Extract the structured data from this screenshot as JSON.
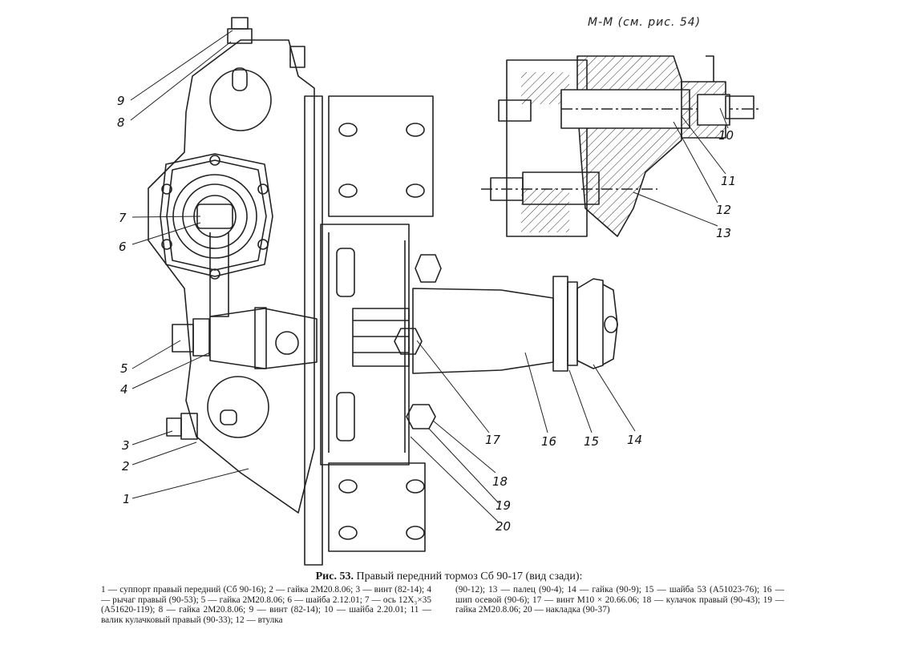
{
  "figure": {
    "section_label": "М-М (см. рис. 54)",
    "caption_prefix": "Рис. 53.",
    "caption_title": "Правый передний тормоз Сб 90-17 (вид сзади):",
    "legend_left": "1 — суппорт правый передний (Сб 90-16); 2 — гайка 2М20.8.06; 3 — винт (82-14); 4 — рычаг правый (90-53); 5 — гайка 2М20.8.06; 6 — шайба 2.12.01; 7 — ось 12X₃×35 (А51620-119); 8 — гайка 2М20.8.06; 9 — винт (82-14); 10 — шайба 2.20.01; 11 — валик кулачковый правый (90-33); 12 — втулка",
    "legend_right": "(90-12); 13 — палец (90-4); 14 — гайка (90-9); 15 — шайба 53 (А51023-76); 16 — шип осевой (90-6); 17 — винт М10 × 20.66.06; 18 — кулачок правый (90-43); 19 — гайка 2М20.8.06; 20 — накладка (90-37)"
  },
  "callouts": [
    {
      "id": "1",
      "label": "1"
    },
    {
      "id": "2",
      "label": "2"
    },
    {
      "id": "3",
      "label": "3"
    },
    {
      "id": "4",
      "label": "4"
    },
    {
      "id": "5",
      "label": "5"
    },
    {
      "id": "6",
      "label": "6"
    },
    {
      "id": "7",
      "label": "7"
    },
    {
      "id": "8",
      "label": "8"
    },
    {
      "id": "9",
      "label": "9"
    },
    {
      "id": "10",
      "label": "10"
    },
    {
      "id": "11",
      "label": "11"
    },
    {
      "id": "12",
      "label": "12"
    },
    {
      "id": "13",
      "label": "13"
    },
    {
      "id": "14",
      "label": "14"
    },
    {
      "id": "15",
      "label": "15"
    },
    {
      "id": "16",
      "label": "16"
    },
    {
      "id": "17",
      "label": "17"
    },
    {
      "id": "18",
      "label": "18"
    },
    {
      "id": "19",
      "label": "19"
    },
    {
      "id": "20",
      "label": "20"
    }
  ]
}
